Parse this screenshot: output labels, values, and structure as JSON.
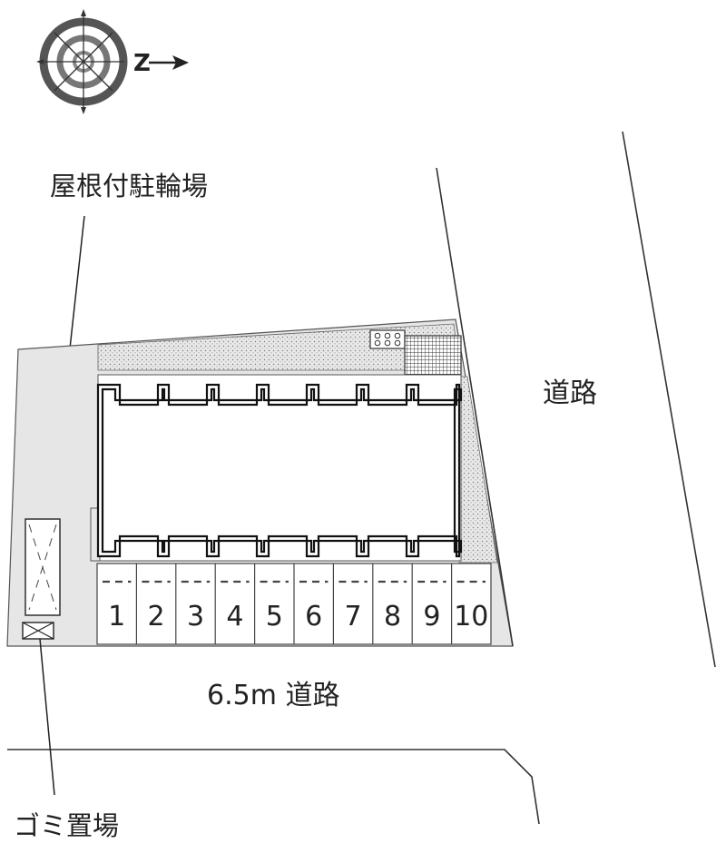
{
  "labels": {
    "bike_parking": "屋根付駐輪場",
    "road_right": "道路",
    "road_bottom": "6.5m 道路",
    "garbage": "ゴミ置場",
    "compass_letter": "Z"
  },
  "parking_spaces": [
    "1",
    "2",
    "3",
    "4",
    "5",
    "6",
    "7",
    "8",
    "9",
    "10"
  ],
  "colors": {
    "site_fill": "#e6e6e6",
    "line": "#222222",
    "building_outline": "#111111"
  },
  "icons": {
    "compass": "compass-rose-icon",
    "grid_pad": "grid-pad-icon",
    "meters": "utility-meter-icon"
  }
}
